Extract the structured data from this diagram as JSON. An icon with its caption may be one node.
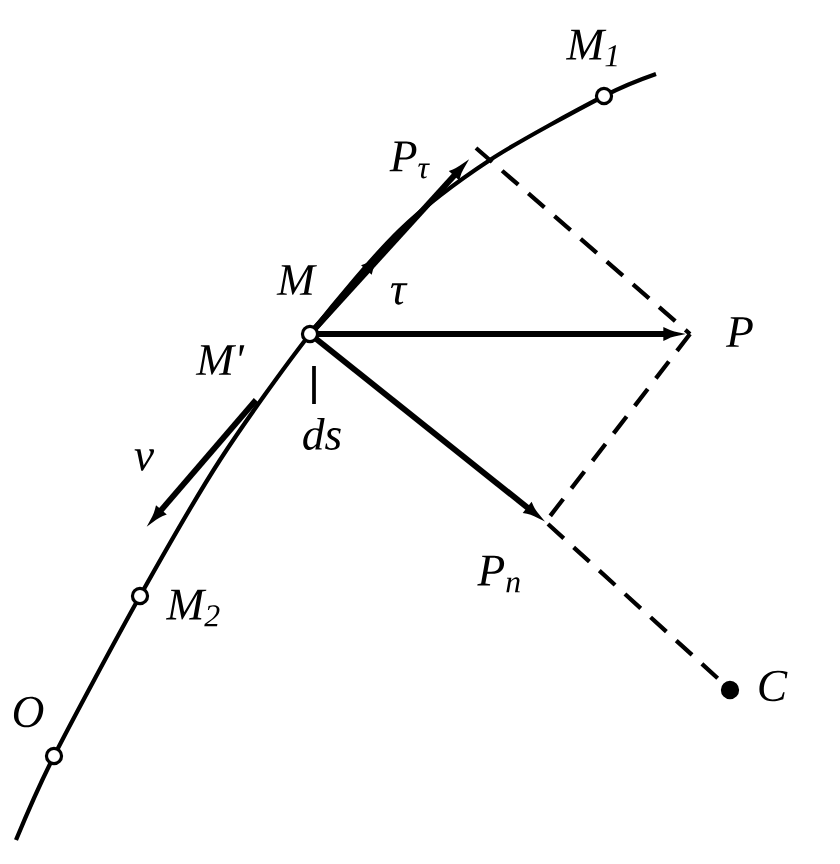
{
  "diagram": {
    "nodes": [
      {
        "text": [
          "M"
        ]
      },
      {
        "text": [
          "M$_{1}$"
        ]
      },
      {
        "text": [
          "M$_{2}$"
        ]
      },
      {
        "text": [
          "O"
        ]
      },
      {
        "text": [
          "C"
        ]
      }
    ],
    "labels": [
      "P$_{τ}$",
      "τ",
      "M'",
      "P",
      "ds",
      "v",
      "P$_{n}$"
    ]
  }
}
